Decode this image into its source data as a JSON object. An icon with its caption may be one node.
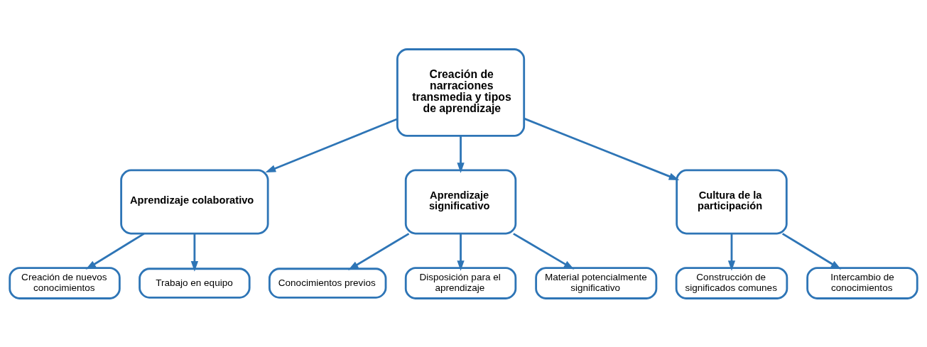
{
  "diagram": {
    "nodes": [
      {
        "text": [
          "Creación de narraciones transmedia y tipos de aprendizaje"
        ]
      },
      {
        "text": [
          "Aprendizaje colaborativo"
        ]
      },
      {
        "text": [
          "Aprendizaje significativo"
        ]
      },
      {
        "text": [
          "Cultura de la participación"
        ]
      },
      {
        "text": [
          "Creación de nuevos conocimientos"
        ]
      },
      {
        "text": [
          "Trabajo en equipo"
        ]
      },
      {
        "text": [
          "Conocimientos previos"
        ]
      },
      {
        "text": [
          "Disposición para el aprendizaje"
        ]
      },
      {
        "text": [
          "Material potencialmente significativo"
        ]
      },
      {
        "text": [
          "Construcción de significados comunes"
        ]
      },
      {
        "text": [
          "Intercambio de conocimientos"
        ]
      }
    ],
    "edges": [
      {
        "from": 0,
        "to": 1,
        "arrow": "to"
      },
      {
        "from": 0,
        "to": 2,
        "arrow": "to"
      },
      {
        "from": 0,
        "to": 3,
        "arrow": "to"
      },
      {
        "from": 1,
        "to": 4,
        "arrow": "to"
      },
      {
        "from": 1,
        "to": 5,
        "arrow": "to"
      },
      {
        "from": 2,
        "to": 6,
        "arrow": "to"
      },
      {
        "from": 2,
        "to": 7,
        "arrow": "to"
      },
      {
        "from": 2,
        "to": 8,
        "arrow": "to"
      },
      {
        "from": 3,
        "to": 9,
        "arrow": "to"
      },
      {
        "from": 3,
        "to": 10,
        "arrow": "to"
      }
    ]
  }
}
